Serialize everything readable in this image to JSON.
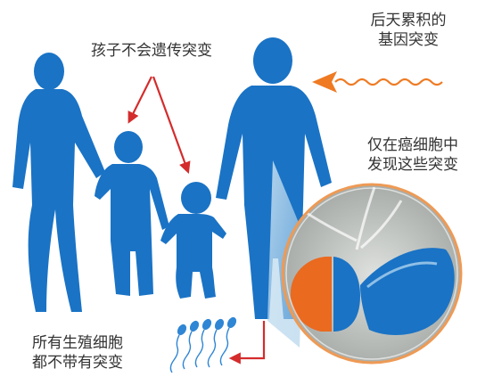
{
  "labels": {
    "children_not_inherit": "孩子不会遗传突变",
    "acquired_mutation_line1": "后天累积的",
    "acquired_mutation_line2": "基因突变",
    "cancer_cells_line1": "仅在癌细胞中",
    "cancer_cells_line2": "发现这些突变",
    "germline_line1": "所有生殖细胞",
    "germline_line2": "都不带有突变"
  },
  "colors": {
    "silhouette": "#1a73c5",
    "arrow_red": "#d42c2c",
    "arrow_orange": "#ef7a22",
    "mutated_cell": "#ea6a20",
    "healthy_cell": "#1a73c5",
    "tissue_bg": "#c5c9c6",
    "magnify_ring": "#ee9a55",
    "sperm": "#2f86d4"
  },
  "figures": [
    "mother",
    "child-boy",
    "child-toddler",
    "father"
  ],
  "icons": [
    "wavy-arrow-icon",
    "sperm-icon",
    "magnifier-lens-icon"
  ]
}
